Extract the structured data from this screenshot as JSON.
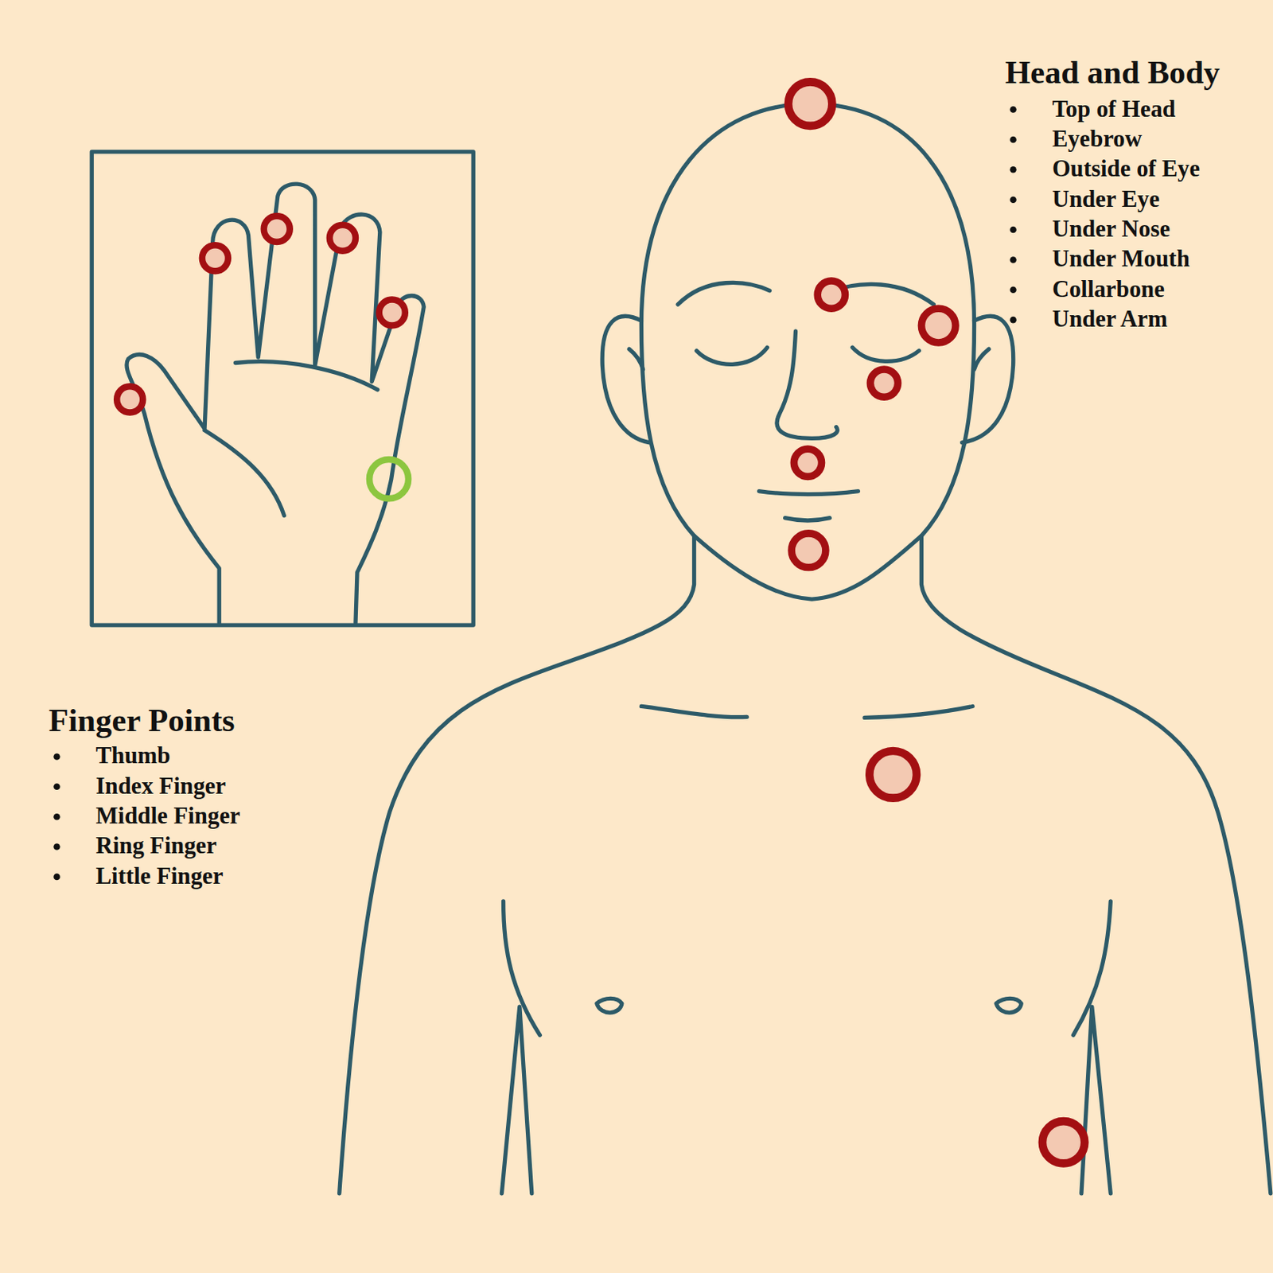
{
  "diagram": {
    "labels": [
      "Head and Body",
      "Top of Head",
      "Eyebrow",
      "Outside of Eye",
      "Under Eye",
      "Under Nose",
      "Under Mouth",
      "Collarbone",
      "Under Arm",
      "Finger Points",
      "Thumb",
      "Index Finger",
      "Middle Finger",
      "Ring Finger",
      "Little Finger"
    ]
  }
}
